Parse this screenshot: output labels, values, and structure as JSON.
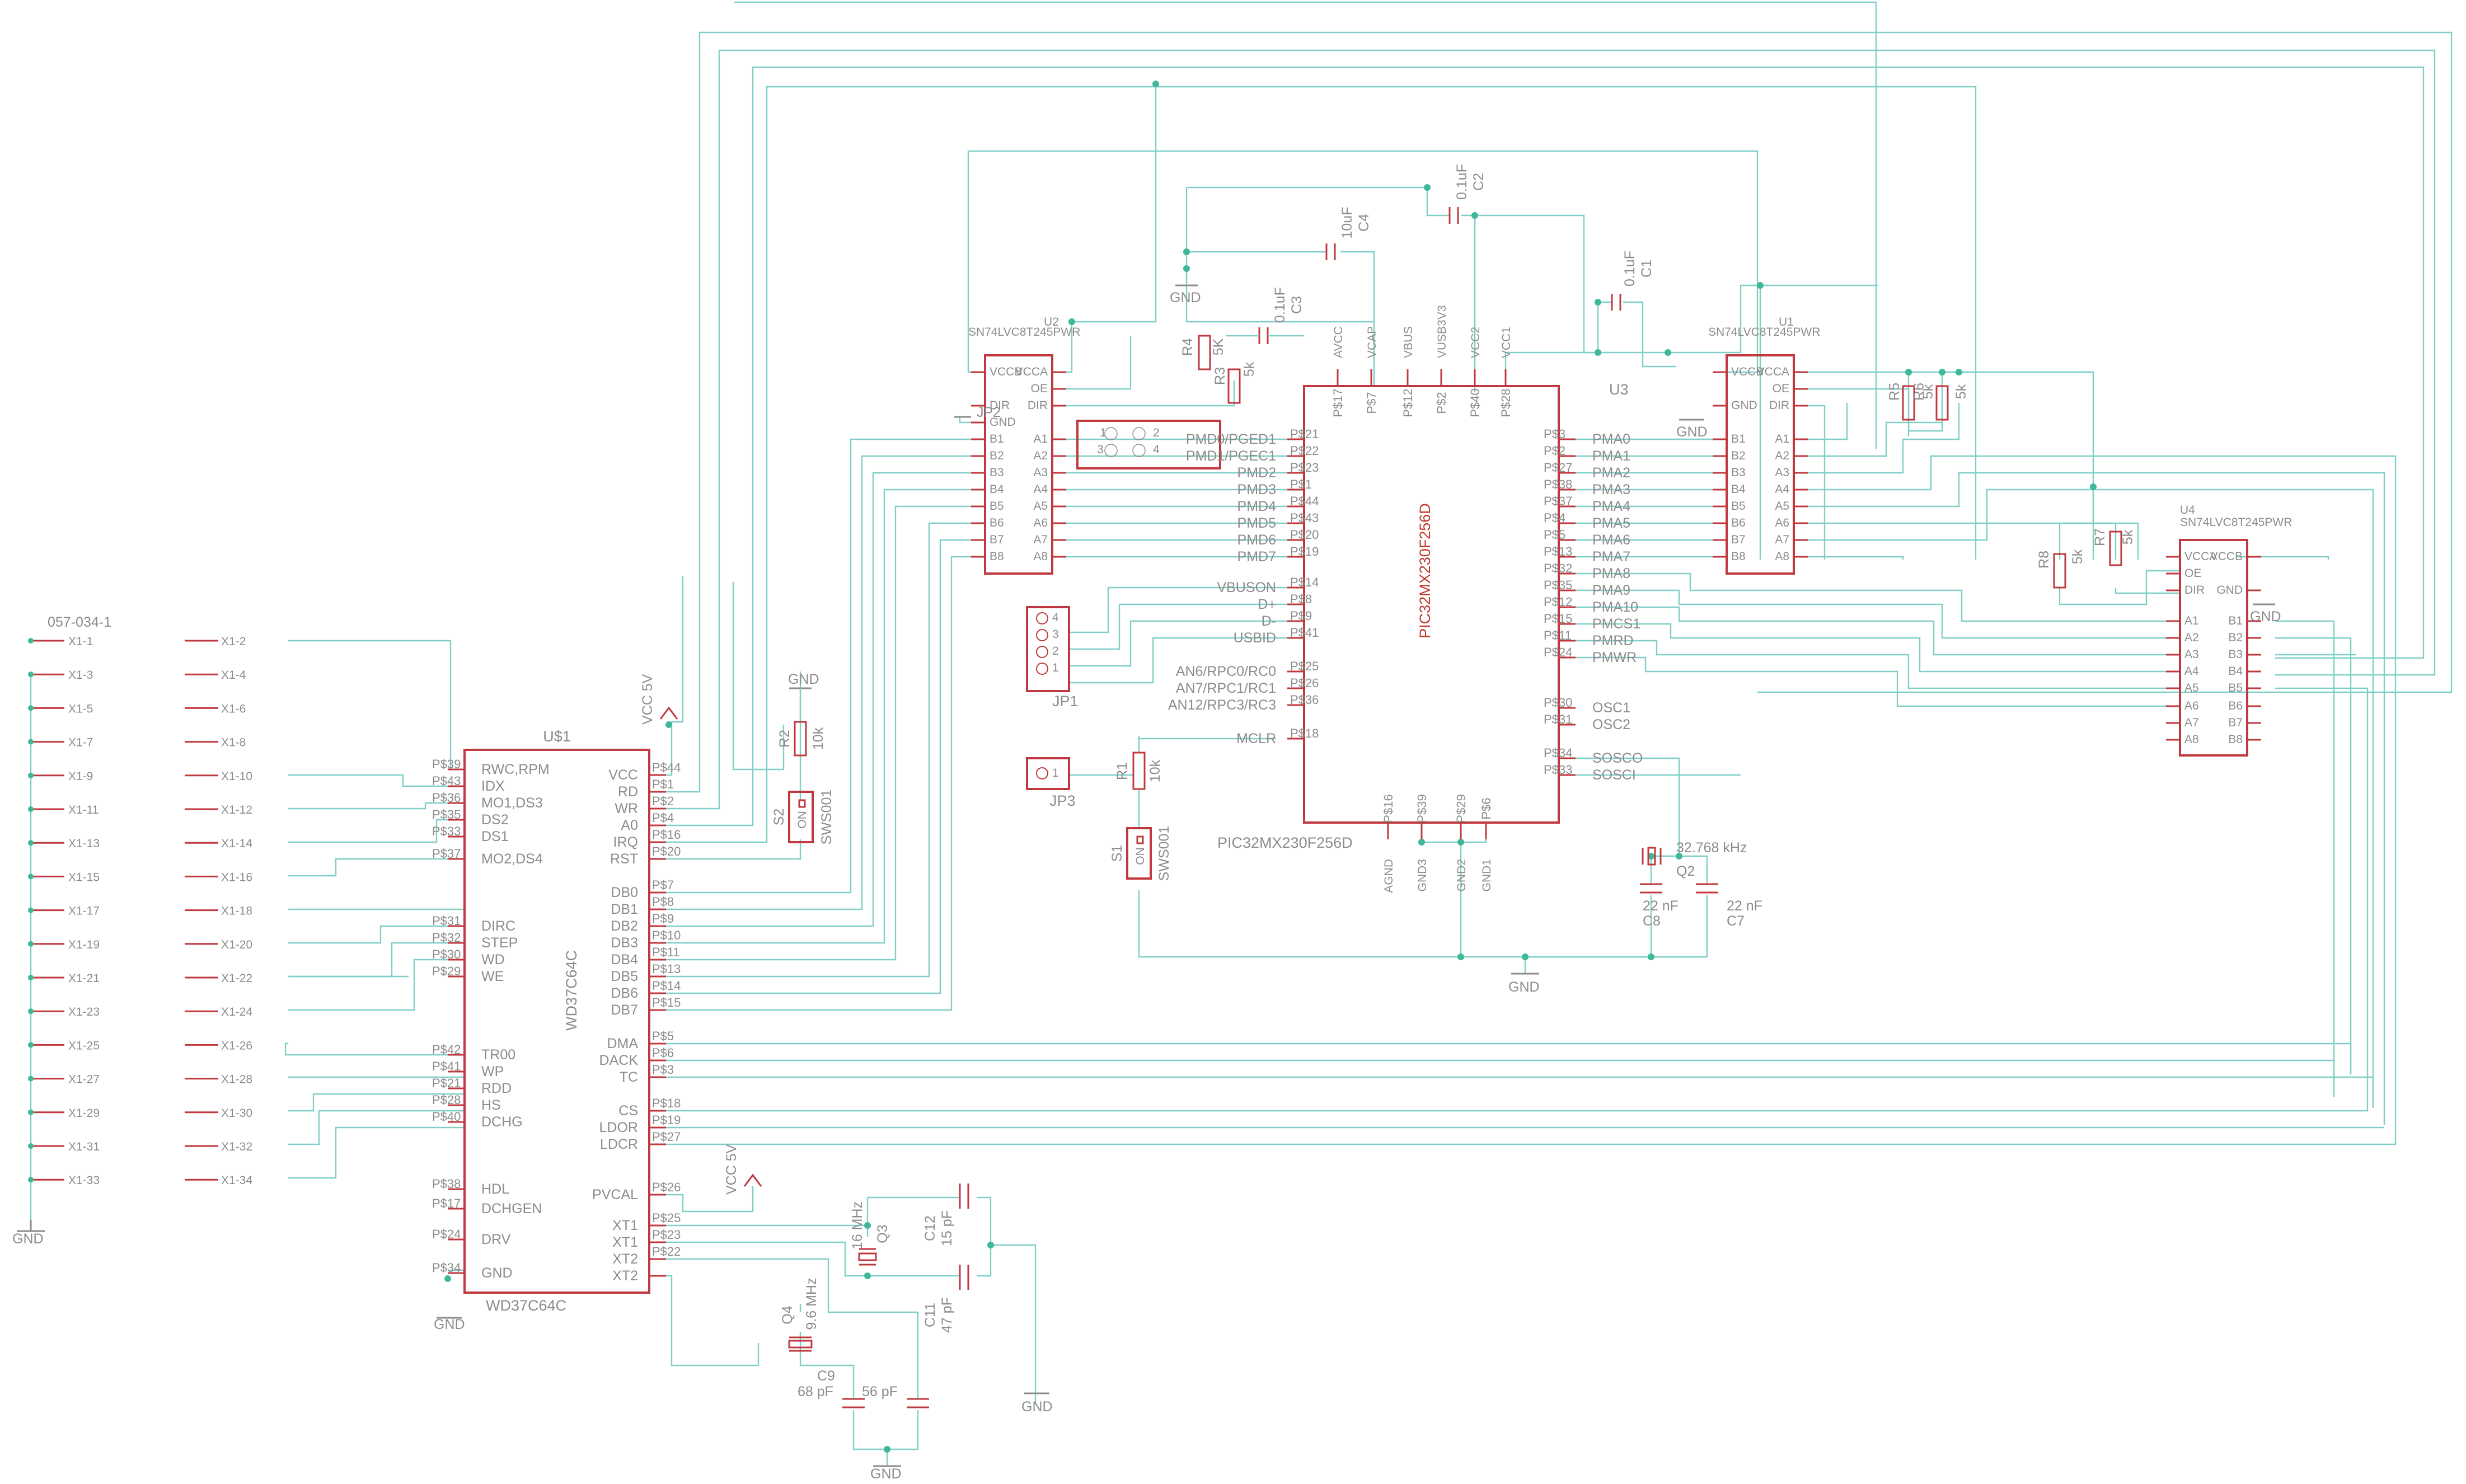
{
  "connector": {
    "part": "057-034-1",
    "left_pins": [
      "X1-1",
      "X1-3",
      "X1-5",
      "X1-7",
      "X1-9",
      "X1-11",
      "X1-13",
      "X1-15",
      "X1-17",
      "X1-19",
      "X1-21",
      "X1-23",
      "X1-25",
      "X1-27",
      "X1-29",
      "X1-31",
      "X1-33"
    ],
    "right_pins": [
      "X1-2",
      "X1-4",
      "X1-6",
      "X1-8",
      "X1-10",
      "X1-12",
      "X1-14",
      "X1-16",
      "X1-18",
      "X1-20",
      "X1-22",
      "X1-24",
      "X1-26",
      "X1-28",
      "X1-30",
      "X1-32",
      "X1-34"
    ],
    "gnd": "GND"
  },
  "us1": {
    "ref": "U$1",
    "value": "WD37C64C",
    "body_text": "WD37C64C",
    "left_labels": [
      "RWC,RPM",
      "IDX",
      "MO1,DS3",
      "DS2",
      "DS1",
      "MO2,DS4",
      "DIRC",
      "STEP",
      "WD",
      "WE",
      "TR00",
      "WP",
      "RDD",
      "HS",
      "DCHG",
      "HDL",
      "DCHGEN",
      "DRV",
      "GND"
    ],
    "left_pads": [
      "P$39",
      "P$43",
      "P$36",
      "P$35",
      "P$33",
      "P$37",
      "P$31",
      "P$32",
      "P$30",
      "P$29",
      "P$42",
      "P$41",
      "P$21",
      "P$28",
      "P$40",
      "P$38",
      "P$17",
      "P$24",
      "P$34"
    ],
    "right_labels": [
      "VCC",
      "RD",
      "WR",
      "A0",
      "IRQ",
      "RST",
      "DB0",
      "DB1",
      "DB2",
      "DB3",
      "DB4",
      "DB5",
      "DB6",
      "DB7",
      "DMA",
      "DACK",
      "TC",
      "CS",
      "LDOR",
      "LDCR",
      "PVCAL",
      "XT1",
      "XT1",
      "XT2",
      "XT2"
    ],
    "right_pads": [
      "P$44",
      "P$1",
      "P$2",
      "P$4",
      "P$16",
      "P$20",
      "P$7",
      "P$8",
      "P$9",
      "P$10",
      "P$11",
      "P$13",
      "P$14",
      "P$15",
      "P$5",
      "P$6",
      "P$3",
      "P$18",
      "P$19",
      "P$27",
      "P$26",
      "P$25",
      "P$23",
      "P$22"
    ],
    "gnd": "GND"
  },
  "vcc_labels": [
    "VCC 5V",
    "VCC 5V"
  ],
  "r2": {
    "ref": "R2",
    "value": "10k",
    "gnd": "GND"
  },
  "s2": {
    "ref": "S2",
    "value": "SWS001",
    "on": "ON"
  },
  "r1": {
    "ref": "R1",
    "value": "10k"
  },
  "s1": {
    "ref": "S1",
    "value": "SWS001",
    "on": "ON"
  },
  "u2": {
    "ref": "U2",
    "value": "SN74LVC8T245PWR",
    "left": [
      "VCCB",
      "",
      "DIR",
      "GND",
      "B1",
      "B2",
      "B3",
      "B4",
      "B5",
      "B6",
      "B7",
      "B8"
    ],
    "right": [
      "VCCA",
      "OE",
      "DIR",
      "",
      "A1",
      "A2",
      "A3",
      "A4",
      "A5",
      "A6",
      "A7",
      "A8"
    ]
  },
  "u1": {
    "ref": "U1",
    "value": "SN74LVC8T245PWR",
    "gnd": "GND",
    "left": [
      "VCCB",
      "",
      "GND",
      "B1",
      "B2",
      "B3",
      "B4",
      "B5",
      "B6",
      "B7",
      "B8"
    ],
    "right": [
      "VCCA",
      "OE",
      "DIR",
      "A1",
      "A2",
      "A3",
      "A4",
      "A5",
      "A6",
      "A7",
      "A8"
    ]
  },
  "u4": {
    "ref": "U4",
    "value": "SN74LVC8T245PWR",
    "gnd": "GND",
    "left": [
      "VCCA",
      "OE",
      "DIR",
      "A1",
      "A2",
      "A3",
      "A4",
      "A5",
      "A6",
      "A7",
      "A8"
    ],
    "right": [
      "VCCB",
      "GND",
      "B1",
      "B2",
      "B3",
      "B4",
      "B5",
      "B6",
      "B7",
      "B8"
    ]
  },
  "u3": {
    "ref": "U3",
    "value": "PIC32MX230F256D",
    "body_text": "PIC32MX230F256D",
    "top_pins": [
      [
        "AVCC",
        "P$17"
      ],
      [
        "VCAP",
        "P$7"
      ],
      [
        "VBUS",
        "P$12"
      ],
      [
        "VUSB3V3",
        "P$2"
      ],
      [
        "VCC2",
        "P$40"
      ],
      [
        "VCC1",
        "P$28"
      ]
    ],
    "bottom_pins": [
      [
        "AGND",
        "P$16"
      ],
      [
        "GND3",
        "P$39"
      ],
      [
        "GND2",
        "P$29"
      ],
      [
        "GND1",
        "P$6"
      ]
    ],
    "left_pins": [
      [
        "PMD0/PGED1",
        "P$21"
      ],
      [
        "PMD1/PGEC1",
        "P$22"
      ],
      [
        "PMD2",
        "P$23"
      ],
      [
        "PMD3",
        "P$1"
      ],
      [
        "PMD4",
        "P$44"
      ],
      [
        "PMD5",
        "P$43"
      ],
      [
        "PMD6",
        "P$20"
      ],
      [
        "PMD7",
        "P$19"
      ],
      [
        "VBUSON",
        "P$14"
      ],
      [
        "D+",
        "P$8"
      ],
      [
        "D-",
        "P$9"
      ],
      [
        "USBID",
        "P$41"
      ],
      [
        "AN6/RPC0/RC0",
        "P$25"
      ],
      [
        "AN7/RPC1/RC1",
        "P$26"
      ],
      [
        "AN12/RPC3/RC3",
        "P$36"
      ],
      [
        "MCLR",
        "P$18"
      ]
    ],
    "right_pins": [
      [
        "PMA0",
        "P$3"
      ],
      [
        "PMA1",
        "P$2"
      ],
      [
        "PMA2",
        "P$27"
      ],
      [
        "PMA3",
        "P$38"
      ],
      [
        "PMA4",
        "P$37"
      ],
      [
        "PMA5",
        "P$4"
      ],
      [
        "PMA6",
        "P$5"
      ],
      [
        "PMA7",
        "P$13"
      ],
      [
        "PMA8",
        "P$32"
      ],
      [
        "PMA9",
        "P$35"
      ],
      [
        "PMA10",
        "P$12"
      ],
      [
        "PMCS1",
        "P$15"
      ],
      [
        "PMRD",
        "P$11"
      ],
      [
        "PMWR",
        "P$24"
      ],
      [
        "OSC1",
        "P$30"
      ],
      [
        "OSC2",
        "P$31"
      ],
      [
        "SOSCO",
        "P$34"
      ],
      [
        "SOSCI",
        "P$33"
      ]
    ]
  },
  "jp2": {
    "ref": "JP2",
    "pins": [
      "1",
      "2",
      "3",
      "4"
    ]
  },
  "jp1": {
    "ref": "JP1",
    "pins": [
      "4",
      "3",
      "2",
      "1"
    ]
  },
  "jp3": {
    "ref": "JP3",
    "pins": [
      "1"
    ]
  },
  "caps": {
    "c1": {
      "ref": "C1",
      "value": "0.1uF"
    },
    "c2": {
      "ref": "C2",
      "value": "0.1uF"
    },
    "c3": {
      "ref": "C3",
      "value": "0.1uF"
    },
    "c4": {
      "ref": "C4",
      "value": "10uF"
    },
    "c7": {
      "ref": "C7",
      "value": "22 nF"
    },
    "c8": {
      "ref": "C8",
      "value": "22 nF"
    },
    "c9": {
      "ref": "C9",
      "value": "68 pF"
    },
    "c10": {
      "value": "56 pF"
    },
    "c11": {
      "ref": "C11",
      "value": "47 pF"
    },
    "c12": {
      "ref": "C12",
      "value": "15 pF"
    }
  },
  "resistors": {
    "r3": {
      "ref": "R3",
      "value": "5k"
    },
    "r4": {
      "ref": "R4",
      "value": "5K"
    },
    "r5": {
      "ref": "R5",
      "value": "5k"
    },
    "r6": {
      "ref": "R6"
    },
    "r7": {
      "ref": "R7",
      "value": "5k"
    },
    "r8": {
      "ref": "R8",
      "value": "5k"
    }
  },
  "crystals": {
    "q2": {
      "ref": "Q2",
      "value": "32.768 kHz"
    },
    "q3": {
      "ref": "Q3",
      "value": "16 MHz"
    },
    "q4": {
      "ref": "Q4",
      "value": "9.6 MHz"
    }
  },
  "gnd_label": "GND"
}
